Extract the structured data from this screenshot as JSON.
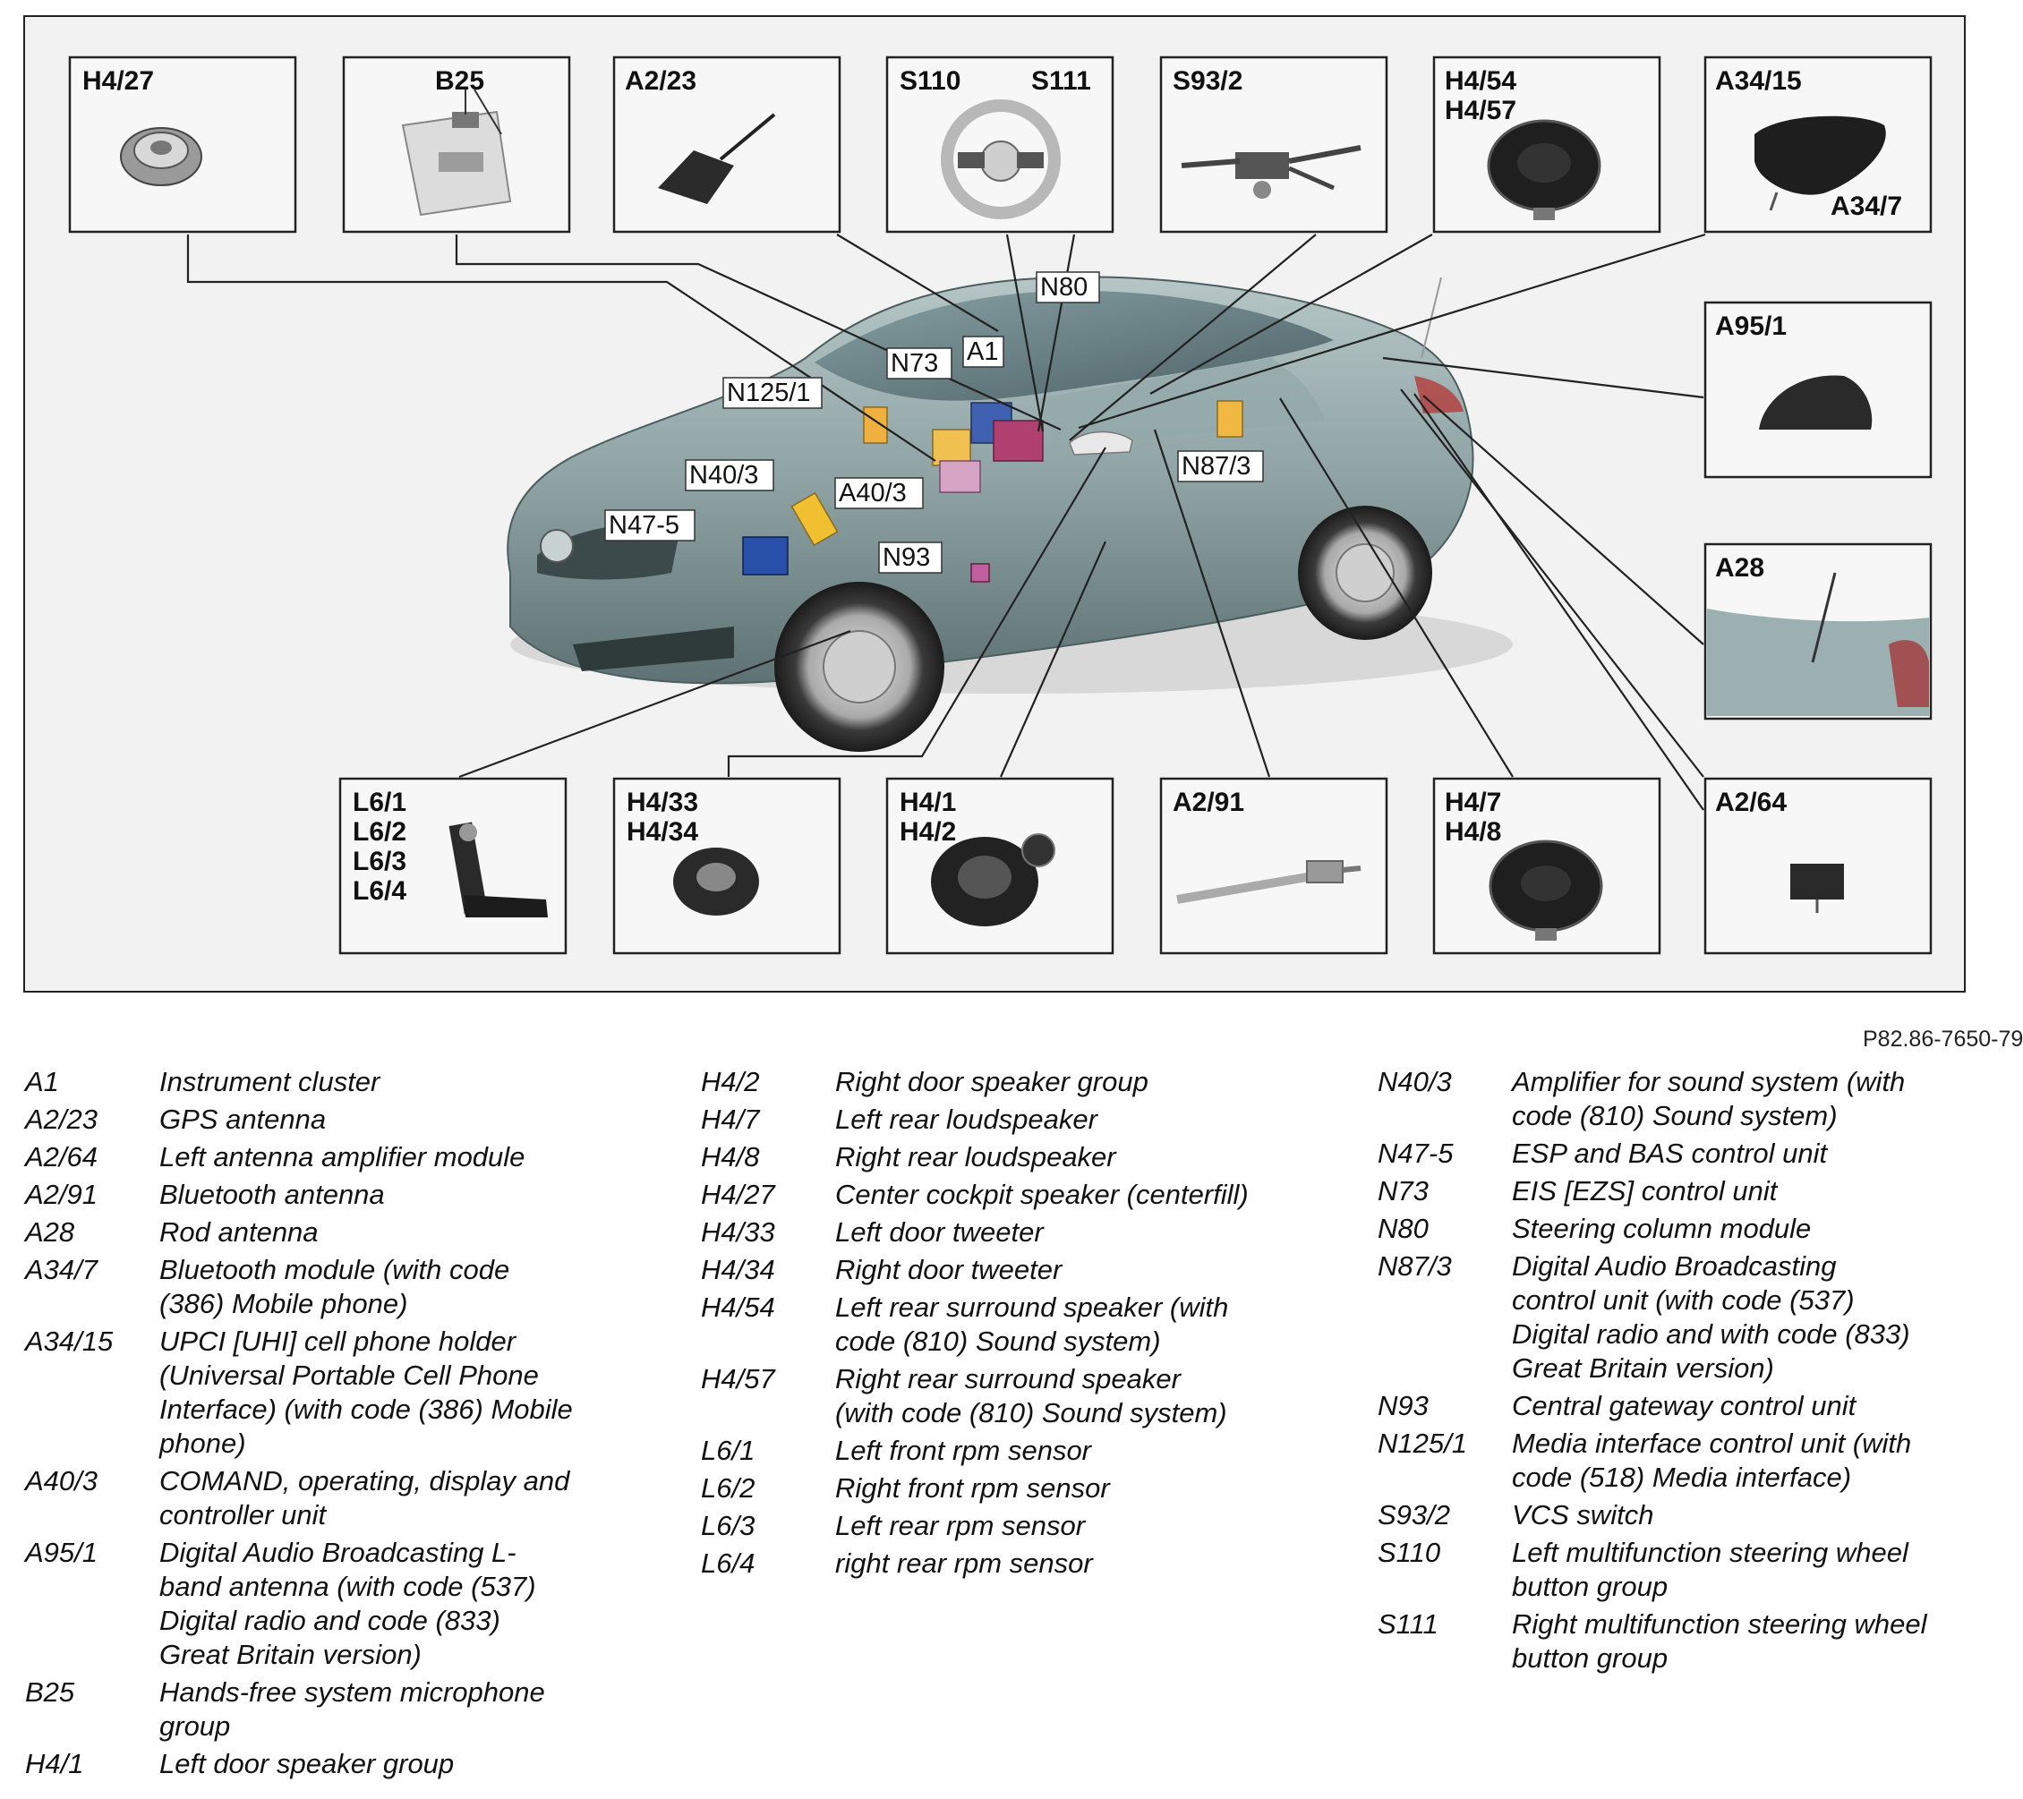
{
  "reference": "P82.86-7650-79",
  "top_boxes": [
    {
      "id": "box-h4-27",
      "lines": [
        "H4/27"
      ]
    },
    {
      "id": "box-b25",
      "lines": [
        "B25"
      ]
    },
    {
      "id": "box-a2-23",
      "lines": [
        "A2/23"
      ]
    },
    {
      "id": "box-s110-s111",
      "lines": [
        "S110",
        "S111"
      ]
    },
    {
      "id": "box-s93-2",
      "lines": [
        "S93/2"
      ]
    },
    {
      "id": "box-h4-54-57",
      "lines": [
        "H4/54",
        "H4/57"
      ]
    },
    {
      "id": "box-a34-15",
      "lines": [
        "A34/15",
        "A34/7"
      ]
    }
  ],
  "right_boxes": [
    {
      "id": "box-a95-1",
      "lines": [
        "A95/1"
      ]
    },
    {
      "id": "box-a28",
      "lines": [
        "A28"
      ]
    }
  ],
  "bottom_boxes": [
    {
      "id": "box-l6",
      "lines": [
        "L6/1",
        "L6/2",
        "L6/3",
        "L6/4"
      ]
    },
    {
      "id": "box-h4-33-34",
      "lines": [
        "H4/33",
        "H4/34"
      ]
    },
    {
      "id": "box-h4-1-2",
      "lines": [
        "H4/1",
        "H4/2"
      ]
    },
    {
      "id": "box-a2-91",
      "lines": [
        "A2/91"
      ]
    },
    {
      "id": "box-h4-7-8",
      "lines": [
        "H4/7",
        "H4/8"
      ]
    },
    {
      "id": "box-a2-64",
      "lines": [
        "A2/64"
      ]
    }
  ],
  "car_labels": [
    "N80",
    "N73",
    "A1",
    "N125/1",
    "N40/3",
    "A40/3",
    "N47-5",
    "N93",
    "N87/3"
  ],
  "legend": {
    "col1": [
      {
        "code": "A1",
        "desc": "Instrument cluster"
      },
      {
        "code": "A2/23",
        "desc": "GPS antenna"
      },
      {
        "code": "A2/64",
        "desc": "Left antenna amplifier module"
      },
      {
        "code": "A2/91",
        "desc": "Bluetooth antenna"
      },
      {
        "code": "A28",
        "desc": "Rod antenna"
      },
      {
        "code": "A34/7",
        "desc": "Bluetooth module (with code\n(386) Mobile phone)"
      },
      {
        "code": "A34/15",
        "desc": "UPCI [UHI] cell phone holder\n(Universal Portable Cell Phone\nInterface) (with code (386) Mobile\nphone)"
      },
      {
        "code": "A40/3",
        "desc": "COMAND, operating, display and\ncontroller unit"
      },
      {
        "code": "A95/1",
        "desc": "Digital Audio Broadcasting L-\nband antenna (with code (537)\nDigital radio and code (833)\nGreat Britain version)"
      },
      {
        "code": "B25",
        "desc": "Hands-free system microphone\ngroup"
      },
      {
        "code": "H4/1",
        "desc": "Left door speaker group"
      }
    ],
    "col2": [
      {
        "code": "H4/2",
        "desc": "Right door speaker group"
      },
      {
        "code": "H4/7",
        "desc": "Left rear loudspeaker"
      },
      {
        "code": "H4/8",
        "desc": "Right rear loudspeaker"
      },
      {
        "code": "H4/27",
        "desc": "Center cockpit speaker (centerfill)"
      },
      {
        "code": "H4/33",
        "desc": "Left door tweeter"
      },
      {
        "code": "H4/34",
        "desc": "Right door tweeter"
      },
      {
        "code": "H4/54",
        "desc": "Left rear surround speaker (with\ncode (810) Sound system)"
      },
      {
        "code": "H4/57",
        "desc": "Right rear surround speaker\n(with code (810) Sound system)"
      },
      {
        "code": "L6/1",
        "desc": "Left front rpm sensor"
      },
      {
        "code": "L6/2",
        "desc": "Right front rpm sensor"
      },
      {
        "code": "L6/3",
        "desc": "Left rear rpm sensor"
      },
      {
        "code": "L6/4",
        "desc": "right rear rpm sensor"
      }
    ],
    "col3": [
      {
        "code": "N40/3",
        "desc": "Amplifier for sound system (with\ncode (810) Sound system)"
      },
      {
        "code": "N47-5",
        "desc": "ESP and BAS control unit"
      },
      {
        "code": "N73",
        "desc": "EIS [EZS] control unit"
      },
      {
        "code": "N80",
        "desc": "Steering column module"
      },
      {
        "code": "N87/3",
        "desc": "Digital Audio Broadcasting\ncontrol unit (with code (537)\nDigital radio and with code (833)\nGreat Britain version)"
      },
      {
        "code": "N93",
        "desc": "Central gateway control unit"
      },
      {
        "code": "N125/1",
        "desc": "Media interface control unit (with\ncode (518) Media interface)"
      },
      {
        "code": "S93/2",
        "desc": "VCS switch"
      },
      {
        "code": "S110",
        "desc": "Left multifunction steering wheel\nbutton group"
      },
      {
        "code": "S111",
        "desc": "Right multifunction steering wheel\nbutton group"
      }
    ]
  }
}
